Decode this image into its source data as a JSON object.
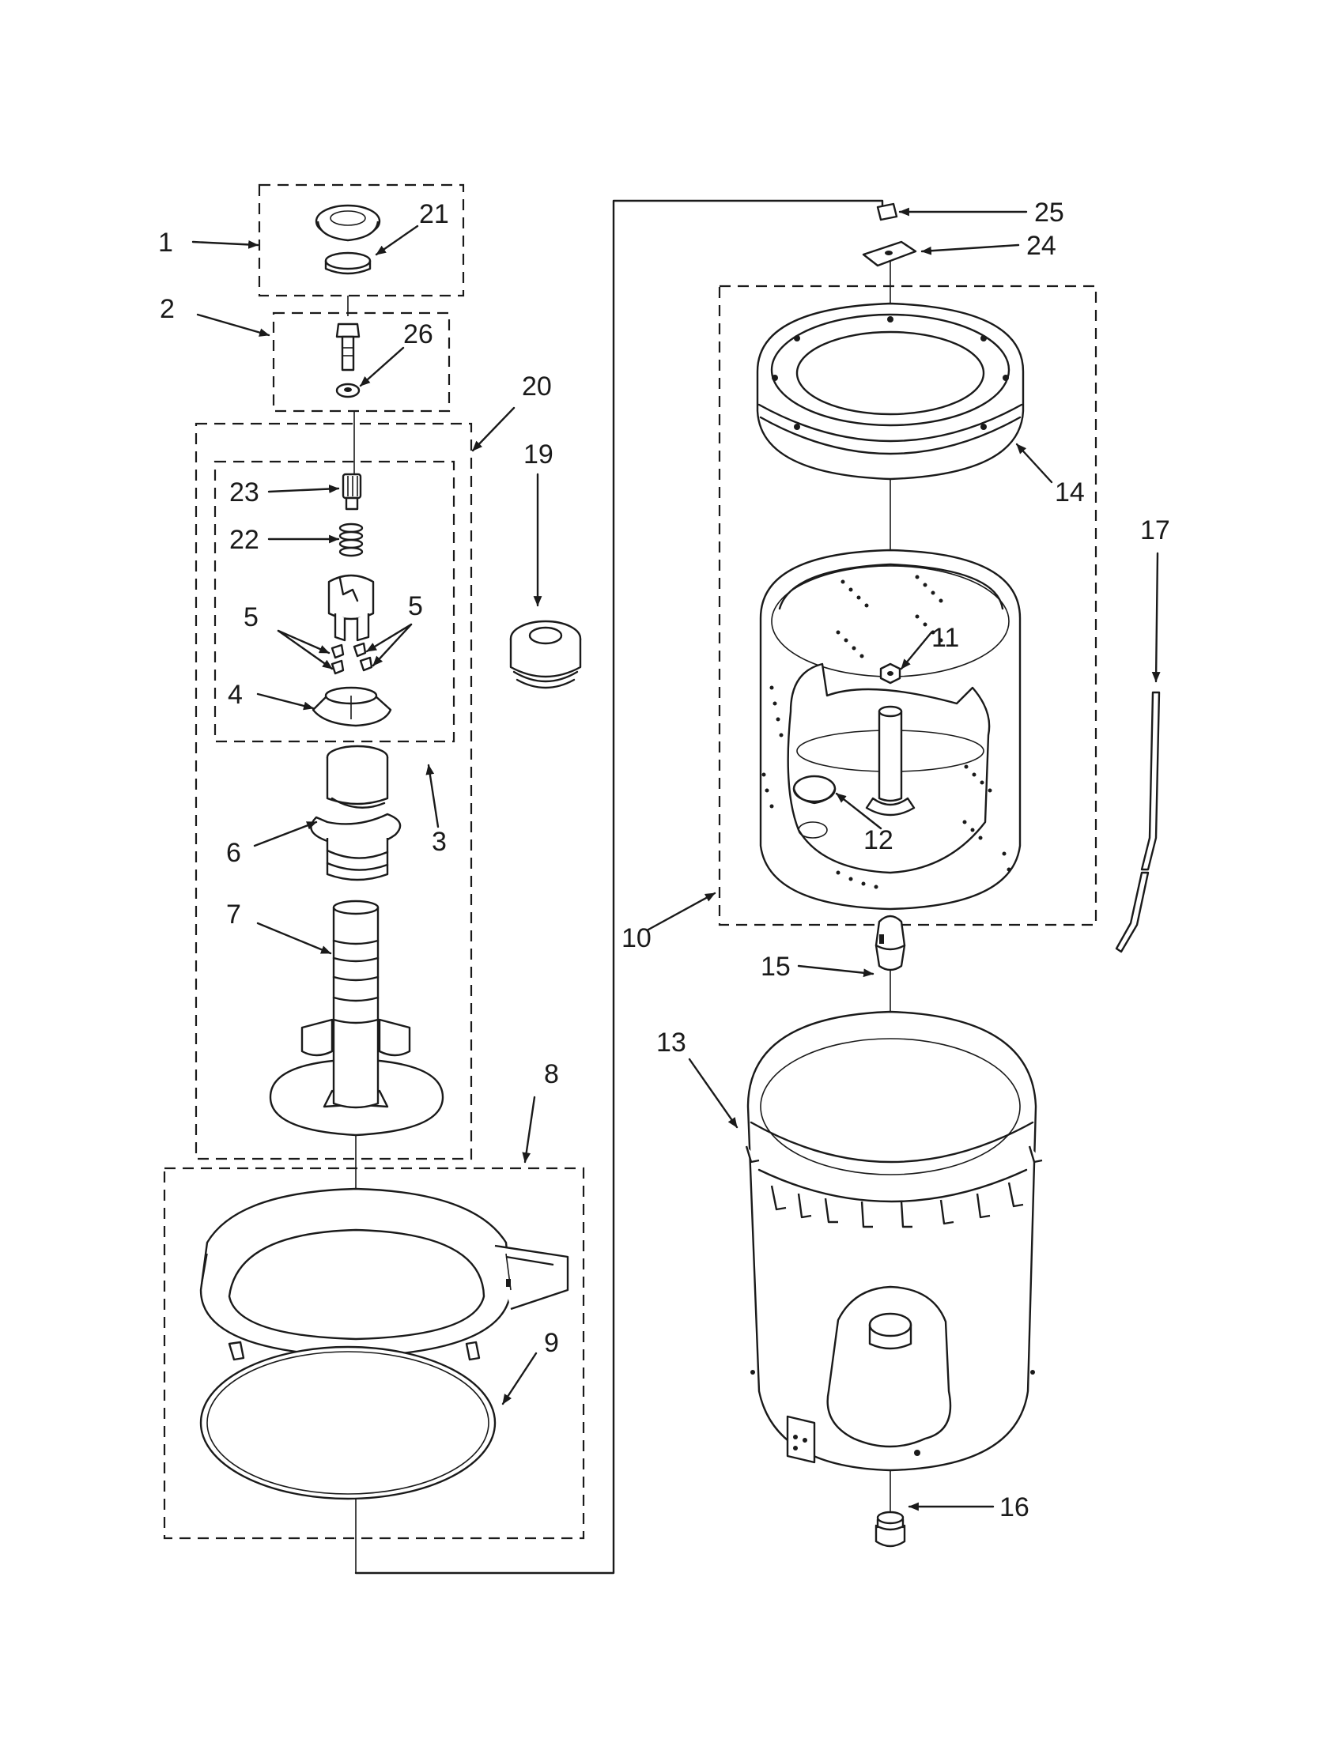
{
  "diagram": {
    "labels": {
      "l1": "1",
      "l2": "2",
      "l3": "3",
      "l4": "4",
      "l5a": "5",
      "l5b": "5",
      "l6": "6",
      "l7": "7",
      "l8": "8",
      "l9": "9",
      "l10": "10",
      "l11": "11",
      "l12": "12",
      "l13": "13",
      "l14": "14",
      "l15": "15",
      "l16": "16",
      "l17": "17",
      "l19": "19",
      "l20": "20",
      "l21": "21",
      "l22": "22",
      "l23": "23",
      "l24": "24",
      "l25": "25",
      "l26": "26"
    },
    "colors": {
      "ink": "#1a1a1a",
      "paper": "#ffffff"
    }
  }
}
